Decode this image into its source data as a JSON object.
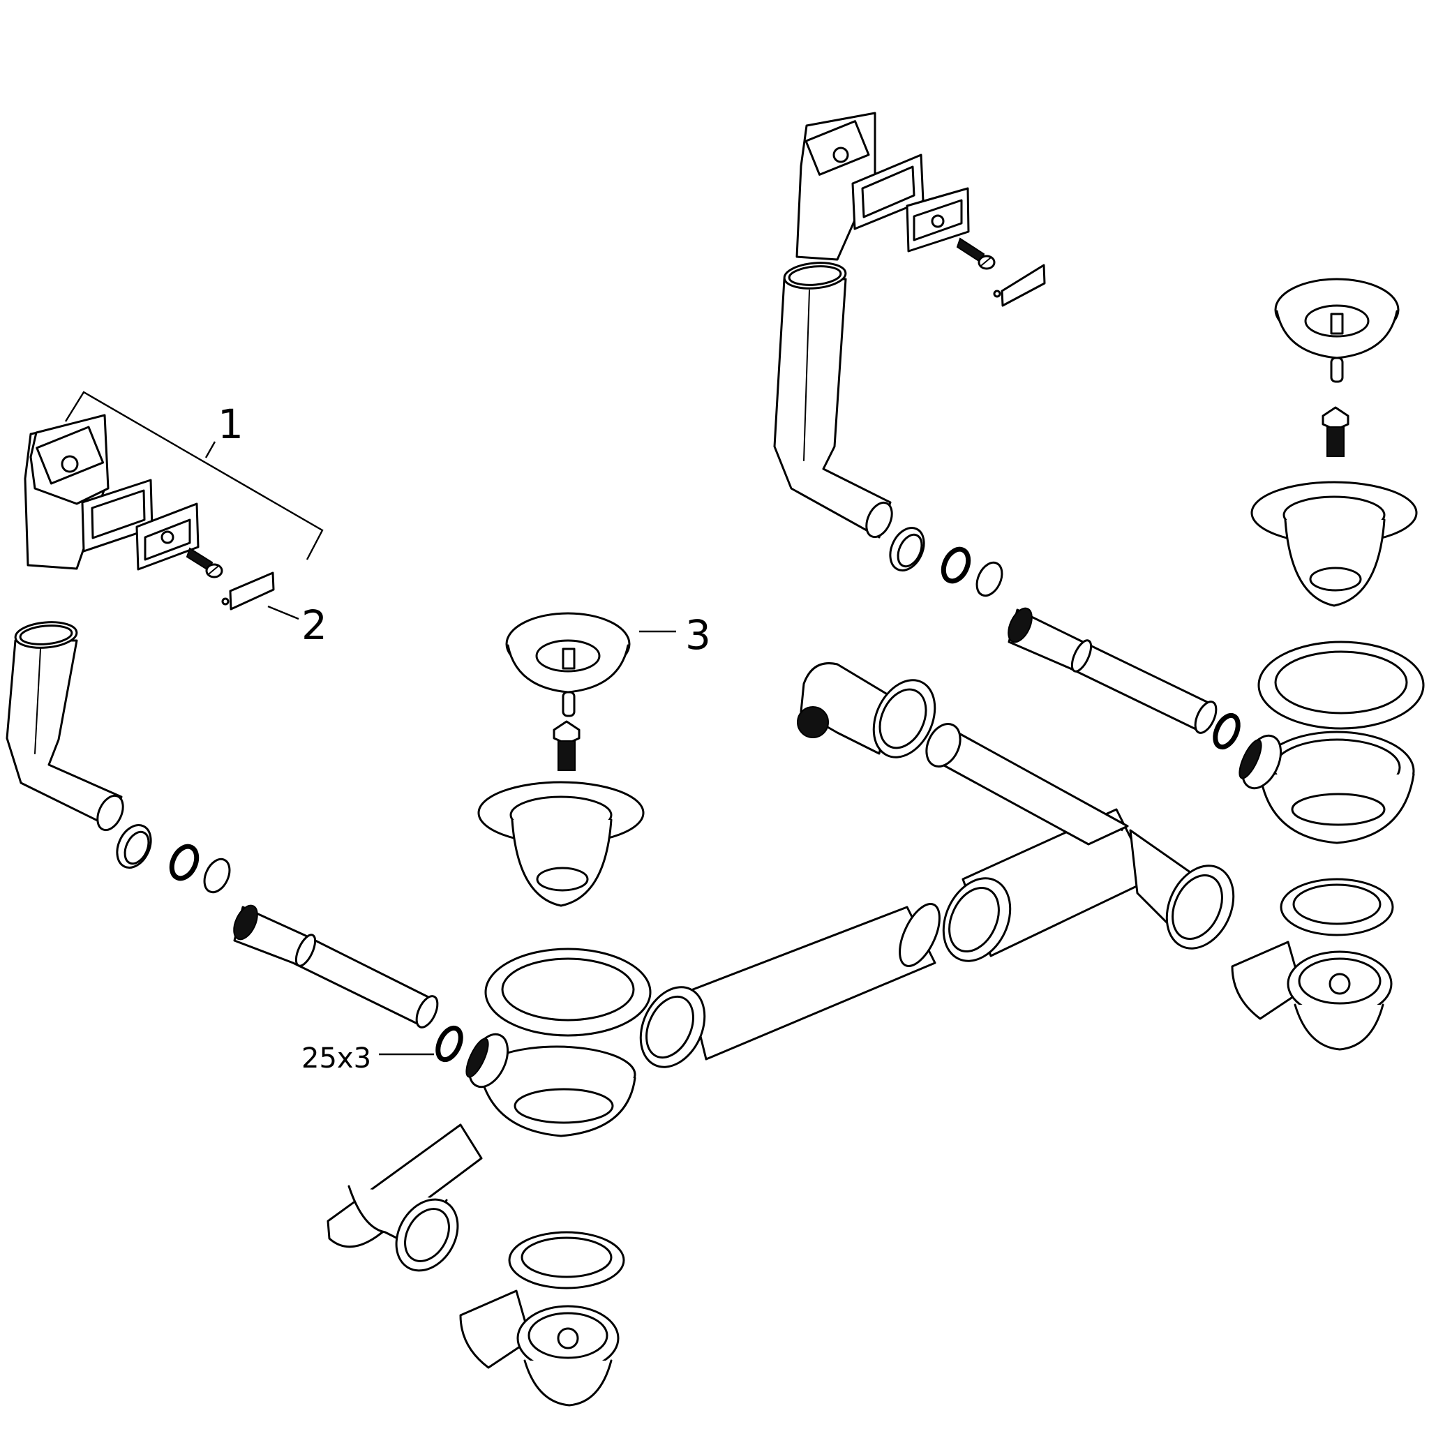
{
  "diagram": {
    "type": "exploded-view technical drawing",
    "subject": "double kitchen sink drain / waste assembly with overflows",
    "background_color": "#ffffff",
    "line_color": "#000000"
  },
  "callouts": [
    {
      "id": "1",
      "label": "1",
      "refers_to": "overflow assembly (bracketed group: overflow head, frame gasket, cover plate, screw, cap)"
    },
    {
      "id": "2",
      "label": "2",
      "refers_to": "overflow cap"
    },
    {
      "id": "3",
      "label": "3",
      "refers_to": "strainer basket plug"
    },
    {
      "id": "oring",
      "label": "25x3",
      "refers_to": "o-ring seal"
    }
  ],
  "assemblies": {
    "left_overflow": [
      "overflow-head",
      "frame-gasket",
      "cover-plate",
      "slotted-screw",
      "cap",
      "oval-overflow-hose",
      "union-nut",
      "washer",
      "cone-seal",
      "overflow-tube",
      "o-ring"
    ],
    "right_overflow": [
      "overflow-head",
      "frame-gasket",
      "cover-plate",
      "slotted-screw",
      "cap",
      "oval-overflow-hose",
      "union-nut",
      "washer",
      "cone-seal",
      "overflow-tube",
      "o-ring"
    ],
    "left_basin": [
      "strainer-basket",
      "bolt",
      "sink-flange",
      "waste-body",
      "gasket",
      "outlet-elbow"
    ],
    "right_basin": [
      "strainer-basket",
      "bolt",
      "sink-flange",
      "sink-ring",
      "waste-body",
      "gasket",
      "outlet-elbow"
    ],
    "connecting_pipework": [
      "elbow",
      "t-piece",
      "straight-pipe",
      "connecting-pipe"
    ]
  }
}
